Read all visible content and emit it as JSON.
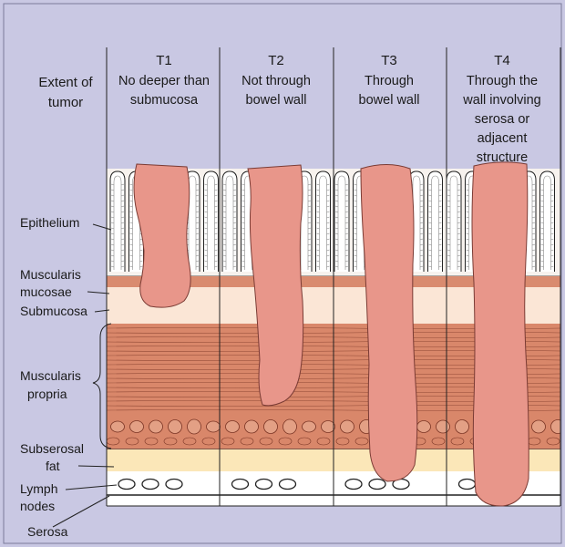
{
  "colors": {
    "background": "#c9c8e3",
    "frame": "#7a7a9a",
    "tumor": "#e8968a",
    "tumor_stroke": "#7a3b34",
    "epithelium_fill": "#f7f2ee",
    "mucosa_band": "#d98b6f",
    "submucosa": "#fbe6d6",
    "muscle": "#d9876a",
    "muscle_line": "#7a3525",
    "fat": "#fbe7b8",
    "lymph_band": "#ffffff",
    "line": "#222222"
  },
  "header": {
    "extent_label": [
      "Extent of",
      "tumor"
    ]
  },
  "stages": [
    {
      "code": "T1",
      "description": [
        "No deeper than",
        "submucosa"
      ]
    },
    {
      "code": "T2",
      "description": [
        "Not through",
        "bowel wall"
      ]
    },
    {
      "code": "T3",
      "description": [
        "Through",
        "bowel wall"
      ]
    },
    {
      "code": "T4",
      "description": [
        "Through the",
        "wall involving",
        "serosa or",
        "adjacent",
        "structure"
      ]
    }
  ],
  "layers": {
    "epithelium": "Epithelium",
    "muscularis_mucosae": [
      "Muscularis",
      "mucosae"
    ],
    "submucosa": "Submucosa",
    "muscularis_propria": [
      "Muscularis",
      "propria"
    ],
    "subserosal_fat": [
      "Subserosal",
      "fat"
    ],
    "lymph_nodes": [
      "Lymph",
      "nodes"
    ],
    "serosa": "Serosa"
  }
}
